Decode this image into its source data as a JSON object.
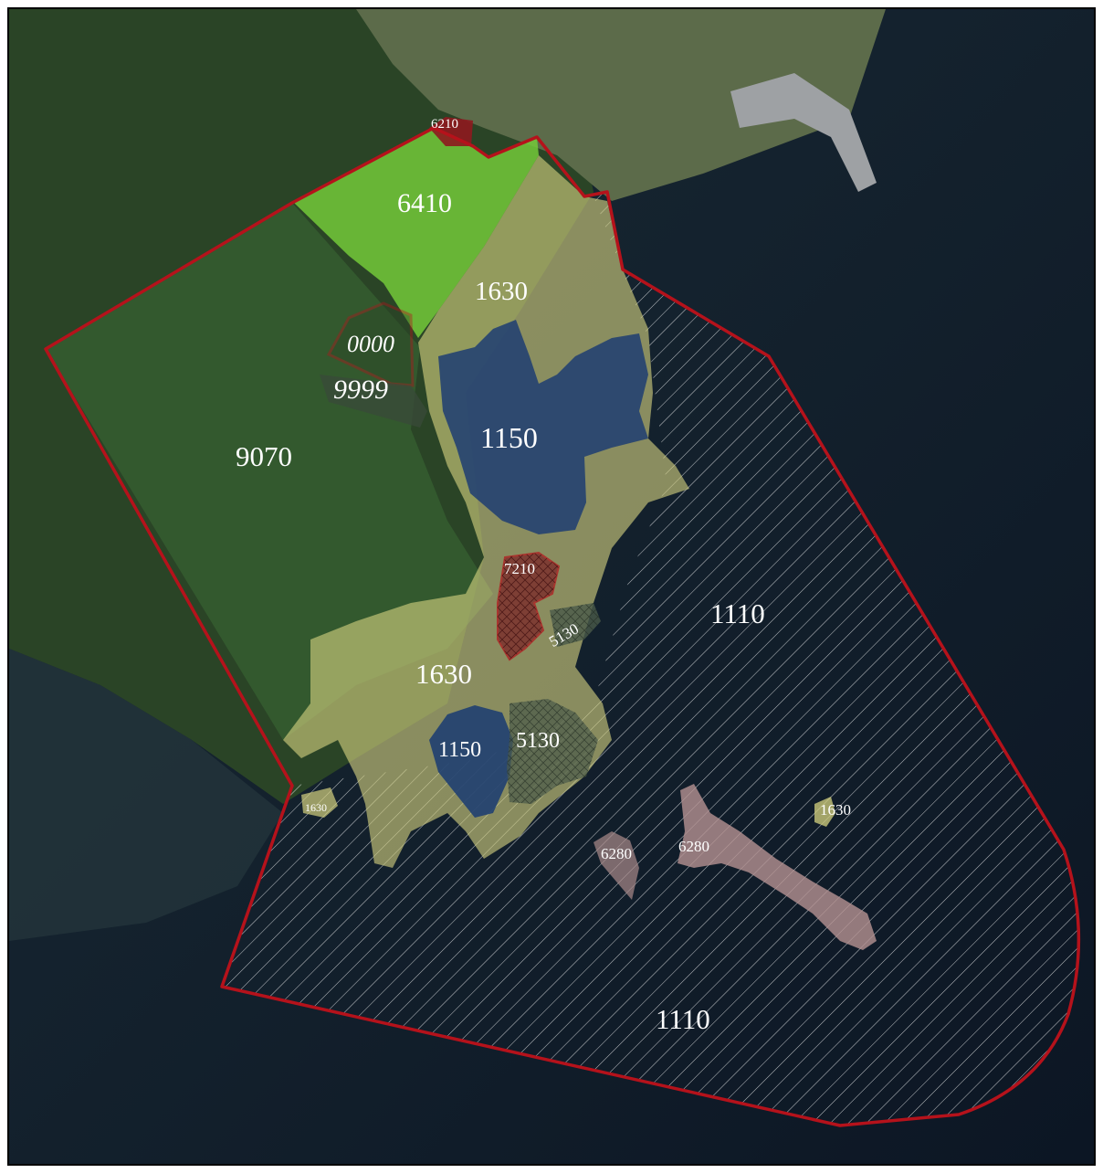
{
  "map": {
    "colors": {
      "boundary": "#b5121b",
      "sea": "#0e1d2e",
      "forest": "#2f4f2b",
      "meadow_6410": "#6fc23a",
      "dunes_1630": "#c9c77a",
      "lagoon_1150": "#1c3b6e",
      "juniper_5130": "#4a5a4a",
      "rock_6280": "#a98a8a",
      "fen_7210": "#7a1f24",
      "grassland_6210": "#8e1a1f",
      "hatch_1110": "#ffffff"
    },
    "labels": {
      "h6210": "6210",
      "h6410": "6410",
      "h1630_north": "1630",
      "h0000": "0000",
      "h9999": "9999",
      "h1150_north": "1150",
      "h9070": "9070",
      "h7210": "7210",
      "h5130_small": "5130",
      "h1110_east": "1110",
      "h1630_south": "1630",
      "h1150_south": "1150",
      "h5130_south": "5130",
      "h1630_west": "1630",
      "h1630_islet": "1630",
      "h6280_small": "6280",
      "h6280_large": "6280",
      "h1110_south": "1110"
    }
  }
}
